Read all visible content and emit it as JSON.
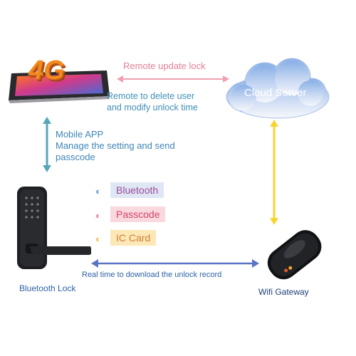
{
  "phone": {
    "badge": "4G"
  },
  "cloud": {
    "label": "Cloud Server"
  },
  "arrow_labels": {
    "remote_update": "Remote update lock",
    "remote_delete": [
      "Remote to delete user",
      "and modify unlock time"
    ],
    "mobile_app": [
      "Mobile APP",
      "Manage the setting and send",
      "passcode"
    ],
    "realtime": "Real time to download the unlock record"
  },
  "methods": [
    {
      "label": "Bluetooth",
      "bg": "#dfe7f5",
      "text": "#9a4a96",
      "chevron": "#7fa8d8"
    },
    {
      "label": "Passcode",
      "bg": "#f9d8de",
      "text": "#d4476a",
      "chevron": "#e98ea4"
    },
    {
      "label": "IC Card",
      "bg": "#fbe8b6",
      "text": "#d07f3a",
      "chevron": "#f0c66a"
    }
  ],
  "devices": {
    "lock": "Bluetooth Lock",
    "gateway": "Wifi Gateway"
  },
  "colors": {
    "pink_arrow": "#f2a0b2",
    "teal_arrow": "#56a7b8",
    "yellow_arrow": "#f7d531",
    "blue_arrow": "#5b73c4"
  }
}
